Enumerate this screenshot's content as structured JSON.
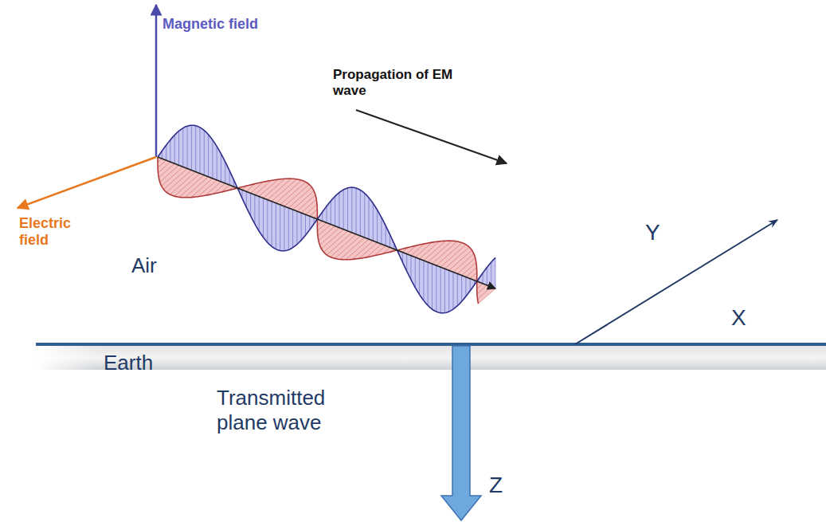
{
  "diagram": {
    "labels": [
      "Magnetic field",
      "Propagation of EM wave",
      "Electric field",
      "Air",
      "Earth",
      "Transmitted plane wave",
      "Y",
      "X",
      "Z"
    ]
  }
}
